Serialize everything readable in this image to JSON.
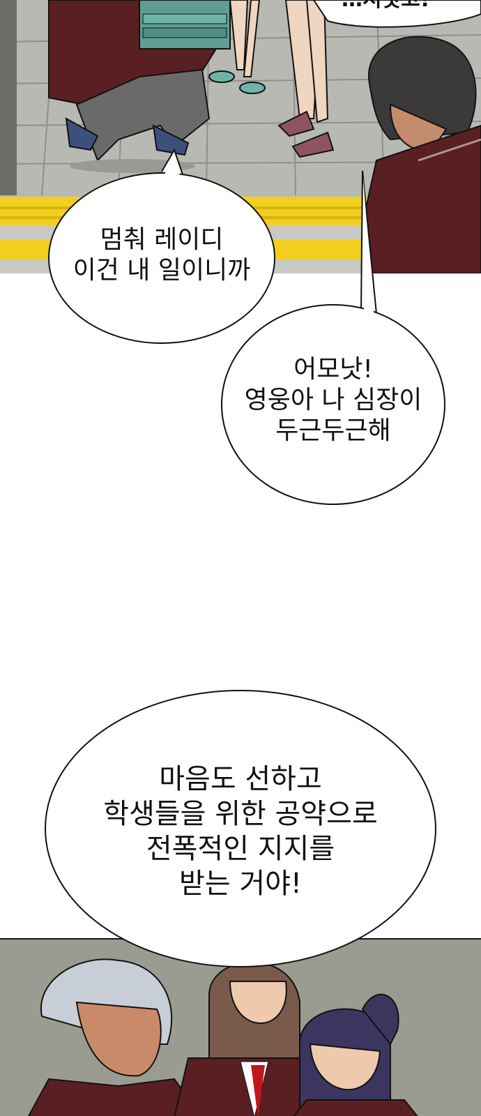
{
  "top_panel": {
    "partial_bubble_text": "…서랏고!"
  },
  "bubble_1": {
    "lines": [
      "멈춰 레이디",
      "이건 내 일이니까"
    ]
  },
  "bubble_2": {
    "lines": [
      "어모낫!",
      "영웅아 나 심장이",
      "두근두근해"
    ]
  },
  "bubble_3": {
    "lines": [
      "마음도 선하고",
      "학생들을 위한 공약으로",
      "전폭적인 지지를",
      "받는 거야!"
    ]
  },
  "colors": {
    "floor_tile": "#b9b9b4",
    "yellow_line": "#f2cf1d",
    "jacket_maroon": "#5a1f22",
    "bottom_bg": "#9a9c92"
  }
}
